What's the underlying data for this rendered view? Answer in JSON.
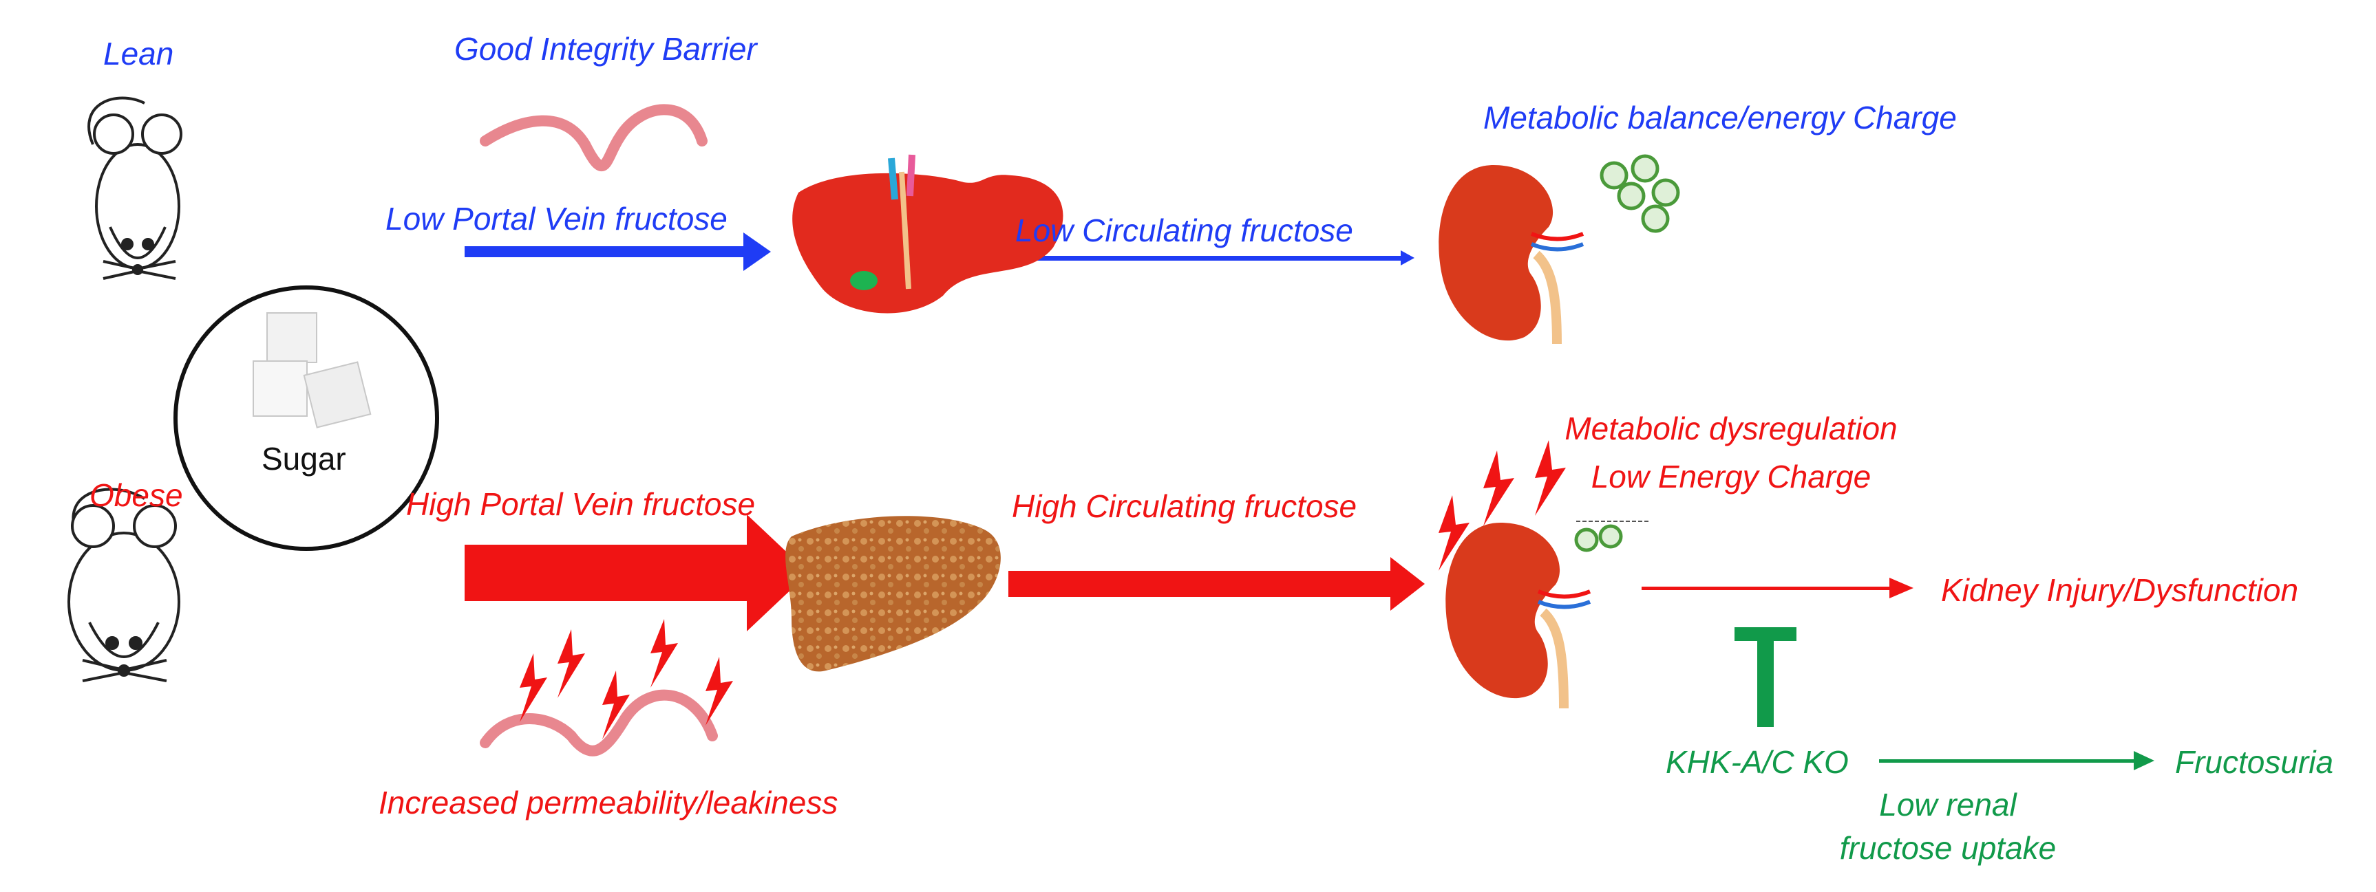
{
  "labels": {
    "lean": "Lean",
    "obese": "Obese",
    "good_barrier": "Good Integrity Barrier",
    "low_portal": "Low Portal Vein fructose",
    "low_circulating": "Low Circulating fructose",
    "metabolic_balance": "Metabolic balance/energy Charge",
    "sugar": "Sugar",
    "high_portal": "High Portal Vein fructose",
    "high_circulating": "High Circulating fructose",
    "metabolic_dysregulation": "Metabolic dysregulation",
    "low_energy": "Low Energy Charge",
    "kidney_injury": "Kidney Injury/Dysfunction",
    "increased_permeability": "Increased permeability/leakiness",
    "khk_ko": "KHK-A/C KO",
    "fructosuria": "Fructosuria",
    "low_renal_1": "Low renal",
    "low_renal_2": "fructose uptake"
  },
  "colors": {
    "lean_path": "#1f3cf5",
    "obese_path": "#f01414",
    "knockout_path": "#119a4a",
    "gut": "#e8878f",
    "healthy_liver": "#e22a1e",
    "fatty_liver": "#b8662c",
    "kidney": "#d93a1c"
  }
}
